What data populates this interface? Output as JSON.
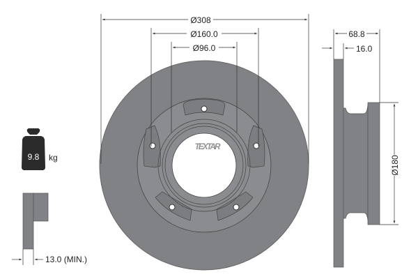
{
  "dimensions": {
    "outer_diameter": "Ø308",
    "bolt_circle": "Ø160.0",
    "center_bore": "Ø96.0",
    "total_height": "68.8",
    "thickness": "16.0",
    "hub_diameter": "Ø180",
    "min_thickness": "13.0 (MIN.)"
  },
  "weight": {
    "value": "9.8",
    "unit": "kg"
  },
  "brand": {
    "logo_text": "TEXTAR"
  },
  "colors": {
    "disc": "#808285",
    "line": "#333333",
    "weight_icon": "#2b2b2b"
  }
}
